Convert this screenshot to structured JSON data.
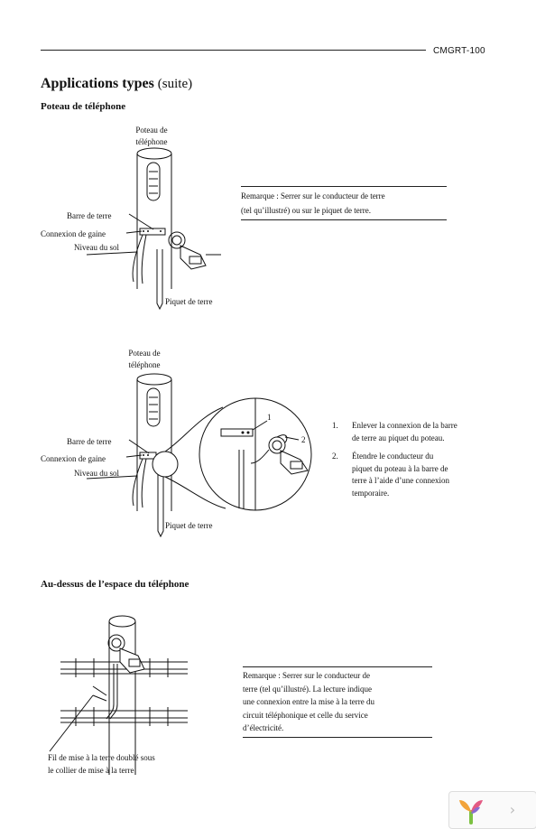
{
  "header": {
    "doc_code": "CMGRT-100"
  },
  "title": {
    "main": "Applications types",
    "suffix": "(suite)"
  },
  "section1": {
    "heading": "Poteau de téléphone",
    "fig1": {
      "pole_label_l1": "Poteau de",
      "pole_label_l2": "téléphone",
      "ground_bar": "Barre de terre",
      "sheath_conn": "Connexion de gaine",
      "ground_level": "Niveau du sol",
      "ground_rod": "Piquet de terre"
    },
    "note1_l1": "Remarque : Serrer sur le conducteur de terre",
    "note1_l2": "(tel qu’illustré) ou sur le piquet de terre.",
    "fig2": {
      "pole_label_l1": "Poteau de",
      "pole_label_l2": "téléphone",
      "ground_bar": "Barre de terre",
      "sheath_conn": "Connexion de gaine",
      "ground_level": "Niveau du sol",
      "ground_rod": "Piquet de terre",
      "callout_1": "1",
      "callout_2": "2"
    },
    "steps": [
      {
        "num": "1.",
        "l1": "Enlever la connexion de la barre",
        "l2": "de terre au piquet du poteau."
      },
      {
        "num": "2.",
        "l1": "Étendre le conducteur du",
        "l2": "piquet du poteau à la barre de",
        "l3": "terre à l’aide d’une connexion",
        "l4": "temporaire."
      }
    ]
  },
  "section2": {
    "heading": "Au-dessus de l’espace du téléphone",
    "caption_l1": "Fil de mise à la terre doublé sous",
    "caption_l2": "le collier de mise à la terre",
    "note2": [
      "Remarque : Serrer sur le conducteur de",
      "terre (tel qu’illustré). La lecture indique",
      "une connexion entre la mise à la terre du",
      "circuit téléphonique et celle du service",
      "d’électricité."
    ]
  },
  "viewer": {
    "next_glyph": "›",
    "logo_icon": "viewer-logo-icon"
  }
}
